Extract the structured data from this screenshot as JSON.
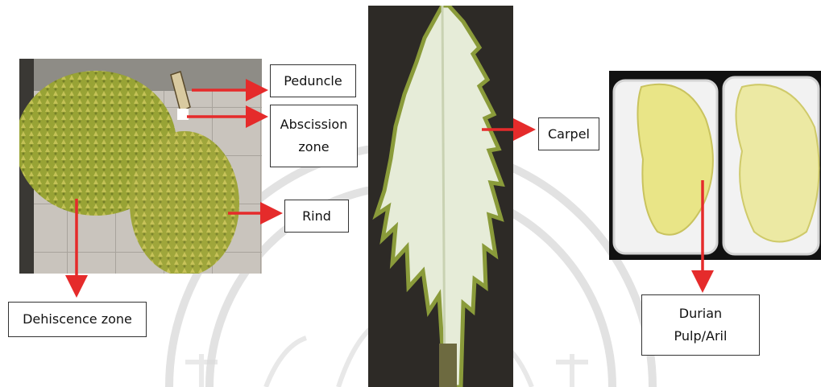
{
  "labels": {
    "peduncle": "Peduncle",
    "abscission_line1": "Abscission",
    "abscission_line2": "zone",
    "rind": "Rind",
    "dehiscence": "Dehiscence zone",
    "carpel": "Carpel",
    "pulp_line1": "Durian",
    "pulp_line2": "Pulp/Aril"
  },
  "colors": {
    "arrow": "#e52b2b",
    "fruit_green": "#9aa23a",
    "carpel_white": "#e8eedc",
    "pulp_yellow": "#e7e48a",
    "watermark": "#d9d9d9"
  },
  "icons": {
    "watermark": "university-seal-watermark"
  }
}
